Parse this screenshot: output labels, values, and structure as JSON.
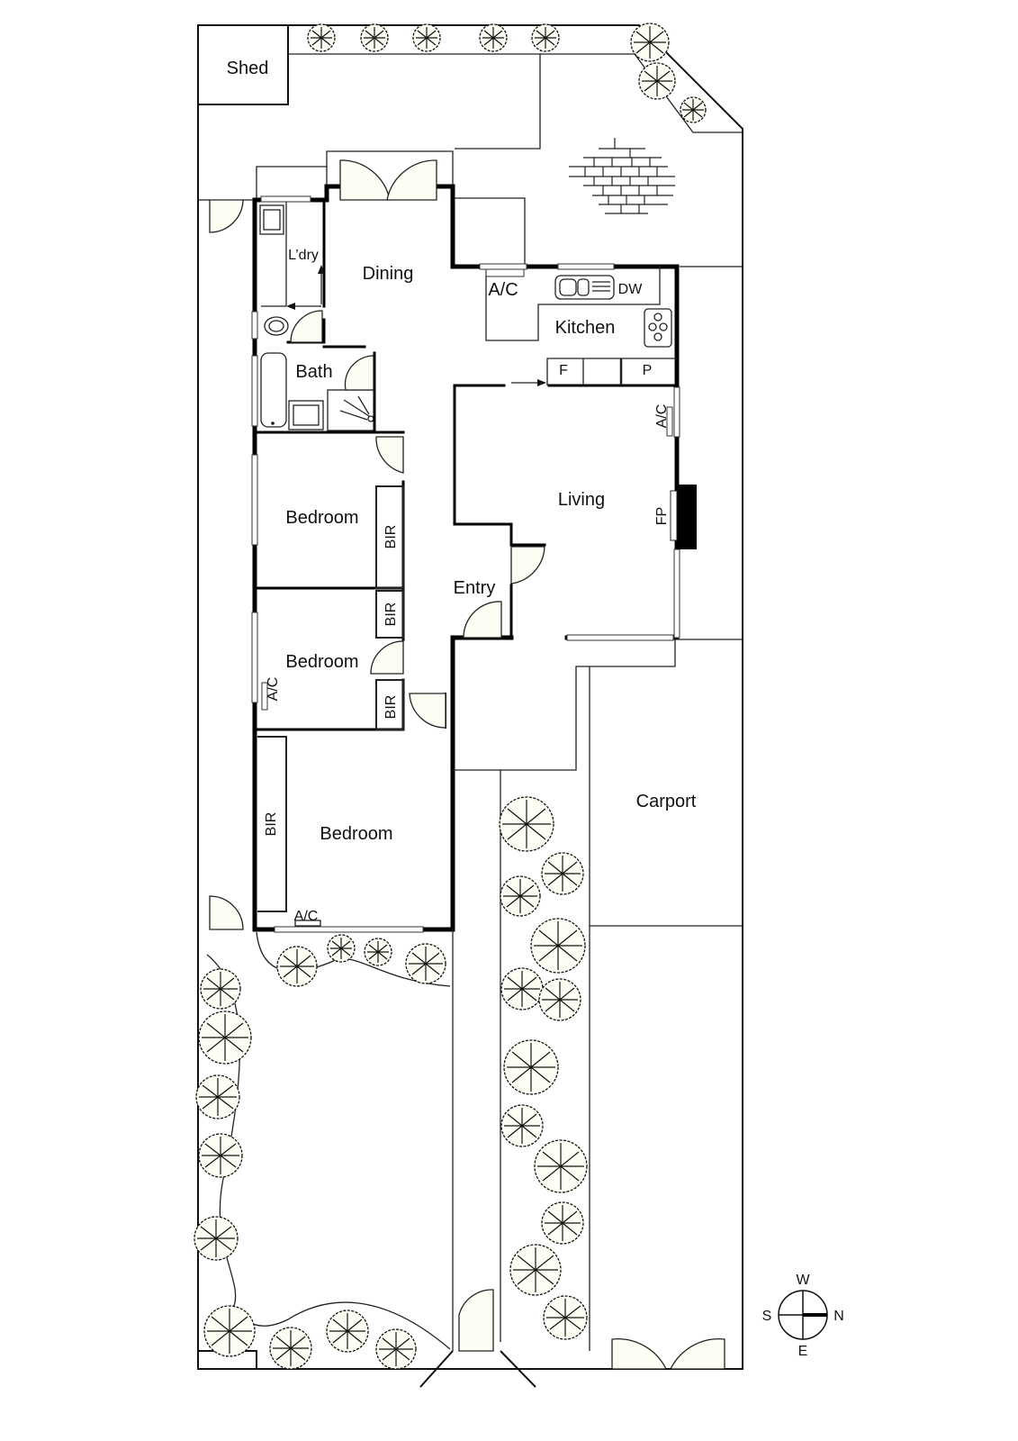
{
  "plan": {
    "rooms": {
      "shed": "Shed",
      "laundry": "L’dry",
      "dining": "Dining",
      "kitchen": "Kitchen",
      "bath": "Bath",
      "living": "Living",
      "entry": "Entry",
      "bedroom_1": "Bedroom",
      "bedroom_2": "Bedroom",
      "bedroom_3": "Bedroom",
      "carport": "Carport"
    },
    "fixtures": {
      "ac_kitchen": "A/C",
      "dishwasher": "DW",
      "fridge": "F",
      "pantry": "P",
      "ac_living": "A/C",
      "fireplace": "FP",
      "bir_bedroom_1": "BIR",
      "bir_bedroom_2": "BIR",
      "bir_bedroom_2b": "BIR",
      "bir_bedroom_3": "BIR",
      "ac_bedroom_2": "A/C",
      "ac_bedroom_3": "A/C"
    },
    "compass": {
      "north": "N",
      "south": "S",
      "east": "E",
      "west": "W"
    }
  },
  "colors": {
    "wall": "#000000",
    "line": "#222222",
    "door_fill": "#fdfdf3",
    "background": "#ffffff"
  }
}
